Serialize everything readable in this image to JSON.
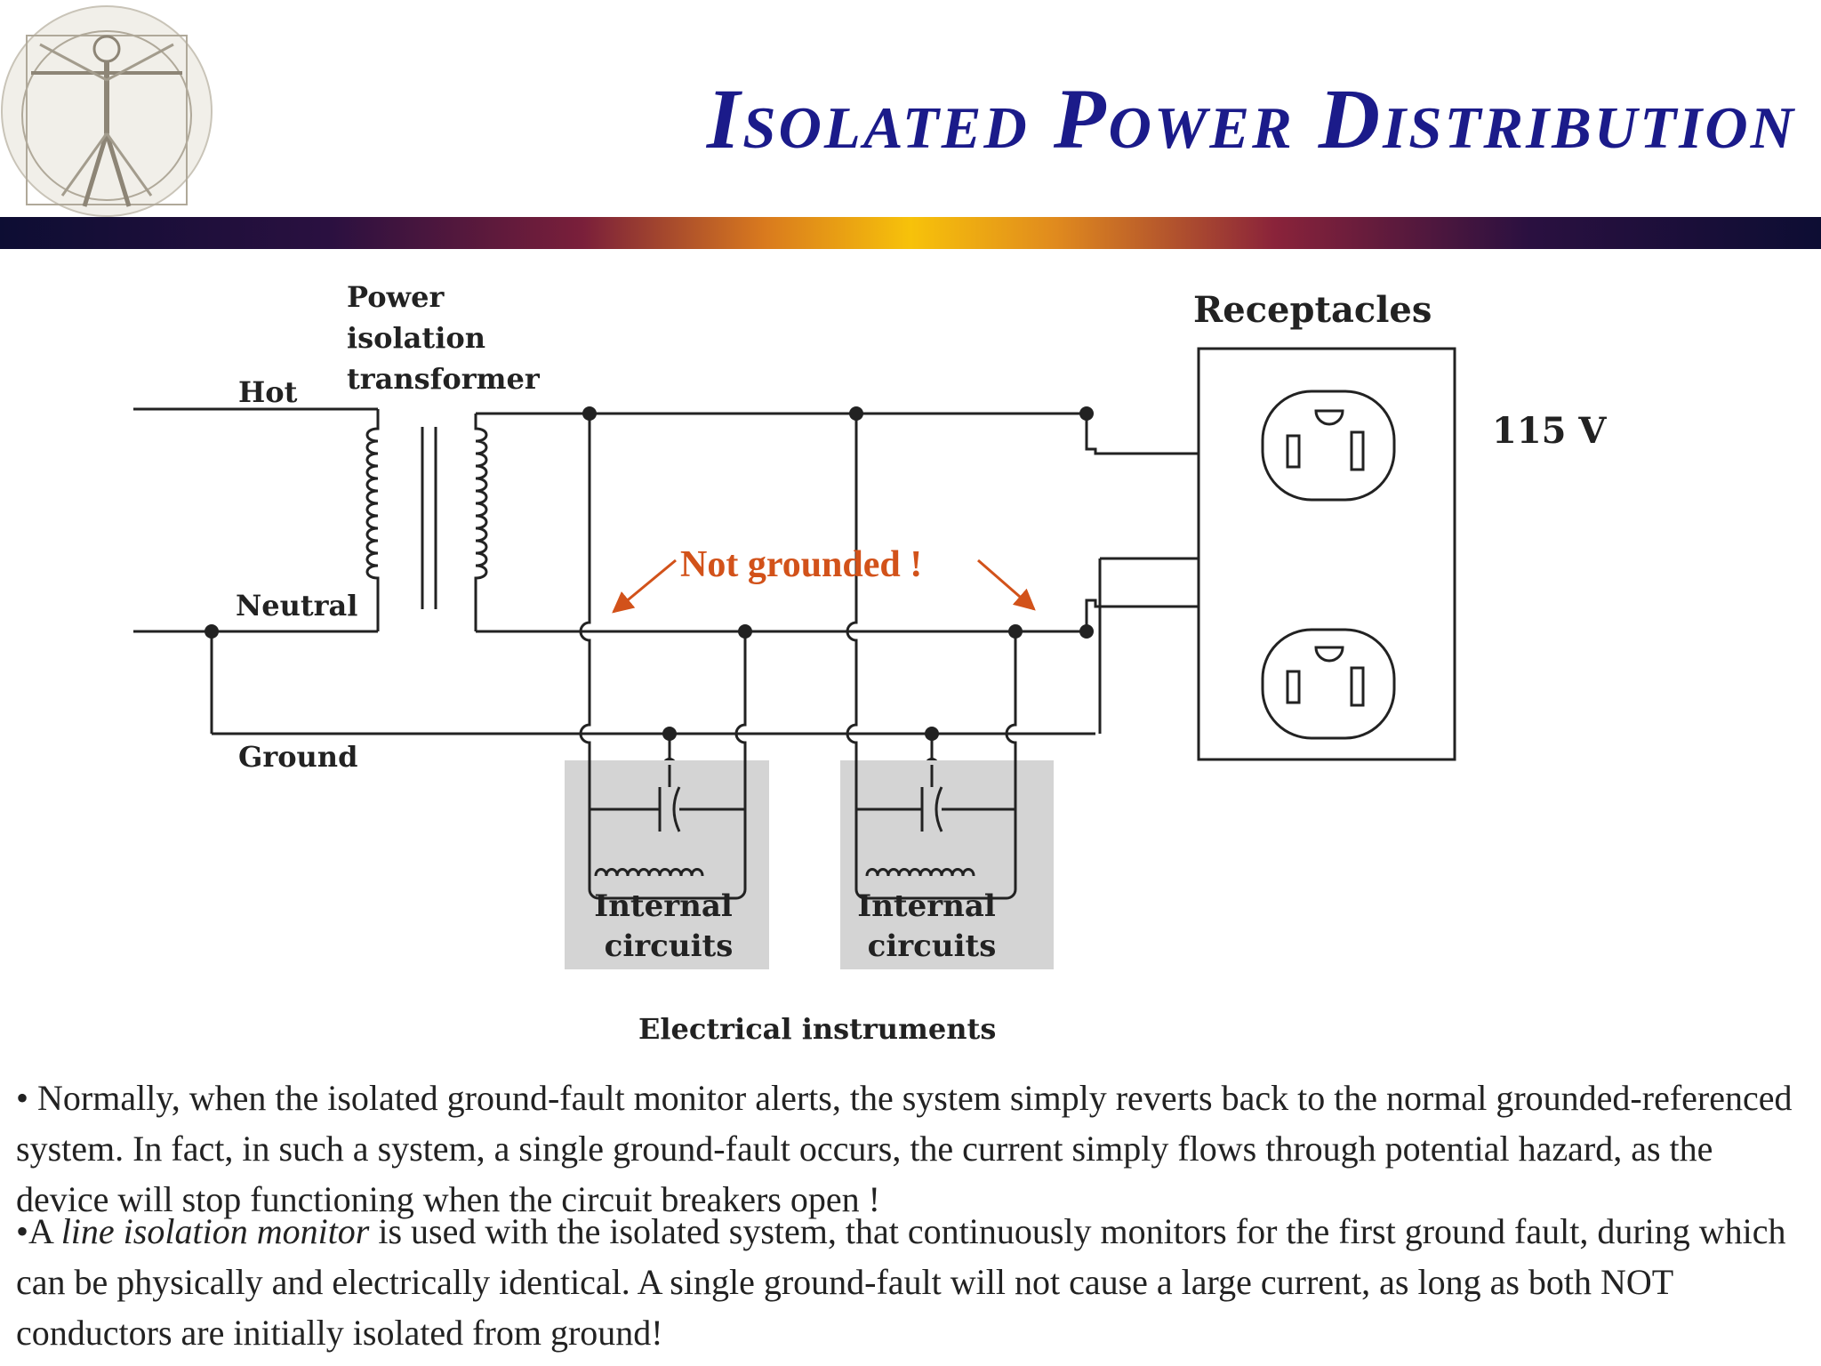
{
  "slide": {
    "title": "Isolated Power Distribution",
    "logo_icon": "vitruvian-man-icon"
  },
  "diagram": {
    "labels": {
      "transformer": [
        "Power",
        "isolation",
        "transformer"
      ],
      "hot": "Hot",
      "neutral": "Neutral",
      "ground": "Ground",
      "receptacles": "Receptacles",
      "voltage": "115 V",
      "not_grounded": "Not grounded !",
      "internal_circuits_1": [
        "Internal",
        "circuits"
      ],
      "internal_circuits_2": [
        "Internal",
        "circuits"
      ],
      "instruments": "Electrical instruments"
    },
    "colors": {
      "note": "#d2521a",
      "line": "#222222",
      "instrument_box": "#d4d4d4"
    }
  },
  "body": {
    "paragraph_1": "• Normally, when the isolated ground-fault monitor alerts, the system simply reverts back to the normal grounded-referenced system. In fact, in such a system, a single ground-fault occurs, the current simply flows through potential hazard, as the device will stop functioning when the circuit breakers open !",
    "paragraph_2_prefix": "•A ",
    "paragraph_2_italic": "line isolation monitor",
    "paragraph_2_rest": " is used with the isolated system, that continuously monitors for the first ground fault, during which can be physically and electrically identical. A single ground-fault will not cause a large current, as long as both NOT conductors are initially isolated from ground!"
  }
}
